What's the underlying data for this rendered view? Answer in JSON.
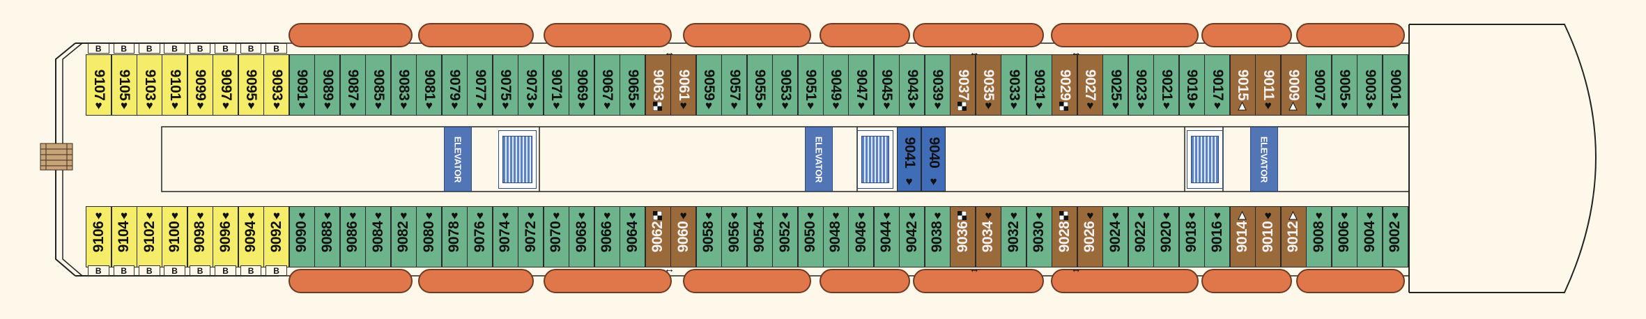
{
  "elevator_label": "ELEVATOR",
  "side_badge": "B",
  "heart_glyph": "♥",
  "upper_cabins": [
    {
      "n": "9107",
      "c": "yellow",
      "sym": "heart"
    },
    {
      "n": "9105",
      "c": "yellow",
      "sym": "heart"
    },
    {
      "n": "9103",
      "c": "yellow",
      "sym": "heart"
    },
    {
      "n": "9101",
      "c": "yellow",
      "sym": "heart"
    },
    {
      "n": "9099",
      "c": "yellow",
      "sym": "heart"
    },
    {
      "n": "9097",
      "c": "yellow",
      "sym": "heart"
    },
    {
      "n": "9095",
      "c": "yellow",
      "sym": "heart"
    },
    {
      "n": "9093",
      "c": "yellow",
      "sym": "heart"
    },
    {
      "n": "9091",
      "c": "green",
      "sym": "heart"
    },
    {
      "n": "9089",
      "c": "green",
      "sym": "heart"
    },
    {
      "n": "9087",
      "c": "green",
      "sym": "heart"
    },
    {
      "n": "9085",
      "c": "green",
      "sym": "heart"
    },
    {
      "n": "9083",
      "c": "green",
      "sym": "heart"
    },
    {
      "n": "9081",
      "c": "green",
      "sym": "heart"
    },
    {
      "n": "9079",
      "c": "green",
      "sym": "heart"
    },
    {
      "n": "9077",
      "c": "green",
      "sym": "heart"
    },
    {
      "n": "9075",
      "c": "green",
      "sym": "heart"
    },
    {
      "n": "9073",
      "c": "green",
      "sym": "heart"
    },
    {
      "n": "9071",
      "c": "green",
      "sym": "heart"
    },
    {
      "n": "9069",
      "c": "green",
      "sym": "heart"
    },
    {
      "n": "9067",
      "c": "green",
      "sym": "heart"
    },
    {
      "n": "9065",
      "c": "green",
      "sym": "heart"
    },
    {
      "n": "9063",
      "c": "brown",
      "sym": "check"
    },
    {
      "n": "9061",
      "c": "brown",
      "sym": "heart"
    },
    {
      "n": "9059",
      "c": "green",
      "sym": "heart"
    },
    {
      "n": "9057",
      "c": "green",
      "sym": "heart"
    },
    {
      "n": "9055",
      "c": "green",
      "sym": "heart"
    },
    {
      "n": "9053",
      "c": "green",
      "sym": "heart"
    },
    {
      "n": "9051",
      "c": "green",
      "sym": "heart"
    },
    {
      "n": "9049",
      "c": "green",
      "sym": "heart"
    },
    {
      "n": "9047",
      "c": "green",
      "sym": "heart"
    },
    {
      "n": "9045",
      "c": "green",
      "sym": "heart"
    },
    {
      "n": "9043",
      "c": "green",
      "sym": "heart"
    },
    {
      "n": "9039",
      "c": "green",
      "sym": "heart"
    },
    {
      "n": "9037",
      "c": "brown",
      "sym": "check"
    },
    {
      "n": "9035",
      "c": "brown",
      "sym": "heart"
    },
    {
      "n": "9033",
      "c": "green",
      "sym": "heart"
    },
    {
      "n": "9031",
      "c": "green",
      "sym": "heart"
    },
    {
      "n": "9029",
      "c": "brown",
      "sym": "check"
    },
    {
      "n": "9027",
      "c": "brown",
      "sym": "heart"
    },
    {
      "n": "9025",
      "c": "green",
      "sym": "heart"
    },
    {
      "n": "9023",
      "c": "green",
      "sym": "heart"
    },
    {
      "n": "9021",
      "c": "green",
      "sym": "heart"
    },
    {
      "n": "9019",
      "c": "green",
      "sym": "heart"
    },
    {
      "n": "9017",
      "c": "green",
      "sym": "heart"
    },
    {
      "n": "9015",
      "c": "brown",
      "sym": "tri"
    },
    {
      "n": "9011",
      "c": "brown",
      "sym": "heart"
    },
    {
      "n": "9009",
      "c": "brown",
      "sym": "tri"
    },
    {
      "n": "9007",
      "c": "green",
      "sym": "heart"
    },
    {
      "n": "9005",
      "c": "green",
      "sym": "heart"
    },
    {
      "n": "9003",
      "c": "green",
      "sym": "heart"
    },
    {
      "n": "9001",
      "c": "green",
      "sym": "heart"
    }
  ],
  "lower_cabins": [
    {
      "n": "9106",
      "c": "yellow",
      "sym": "heart"
    },
    {
      "n": "9104",
      "c": "yellow",
      "sym": "heart"
    },
    {
      "n": "9102",
      "c": "yellow",
      "sym": "heart"
    },
    {
      "n": "9100",
      "c": "yellow",
      "sym": "heart"
    },
    {
      "n": "9098",
      "c": "yellow",
      "sym": "heart"
    },
    {
      "n": "9096",
      "c": "yellow",
      "sym": "heart"
    },
    {
      "n": "9094",
      "c": "yellow",
      "sym": "heart"
    },
    {
      "n": "9092",
      "c": "yellow",
      "sym": "heart"
    },
    {
      "n": "9090",
      "c": "green",
      "sym": "heart"
    },
    {
      "n": "9088",
      "c": "green",
      "sym": "heart"
    },
    {
      "n": "9086",
      "c": "green",
      "sym": "heart"
    },
    {
      "n": "9084",
      "c": "green",
      "sym": "heart"
    },
    {
      "n": "9082",
      "c": "green",
      "sym": "heart"
    },
    {
      "n": "9080",
      "c": "green",
      "sym": "heart"
    },
    {
      "n": "9078",
      "c": "green",
      "sym": "heart"
    },
    {
      "n": "9076",
      "c": "green",
      "sym": "heart"
    },
    {
      "n": "9074",
      "c": "green",
      "sym": "heart"
    },
    {
      "n": "9072",
      "c": "green",
      "sym": "heart"
    },
    {
      "n": "9070",
      "c": "green",
      "sym": "heart"
    },
    {
      "n": "9068",
      "c": "green",
      "sym": "heart"
    },
    {
      "n": "9066",
      "c": "green",
      "sym": "heart"
    },
    {
      "n": "9064",
      "c": "green",
      "sym": "heart"
    },
    {
      "n": "9062",
      "c": "brown",
      "sym": "check"
    },
    {
      "n": "9060",
      "c": "brown",
      "sym": "heart"
    },
    {
      "n": "9058",
      "c": "green",
      "sym": "heart"
    },
    {
      "n": "9056",
      "c": "green",
      "sym": "heart"
    },
    {
      "n": "9054",
      "c": "green",
      "sym": "heart"
    },
    {
      "n": "9052",
      "c": "green",
      "sym": "heart"
    },
    {
      "n": "9050",
      "c": "green",
      "sym": "heart"
    },
    {
      "n": "9048",
      "c": "green",
      "sym": "heart"
    },
    {
      "n": "9046",
      "c": "green",
      "sym": "heart"
    },
    {
      "n": "9044",
      "c": "green",
      "sym": "heart"
    },
    {
      "n": "9042",
      "c": "green",
      "sym": "heart"
    },
    {
      "n": "9038",
      "c": "green",
      "sym": "heart"
    },
    {
      "n": "9036",
      "c": "brown",
      "sym": "check"
    },
    {
      "n": "9034",
      "c": "brown",
      "sym": "heart"
    },
    {
      "n": "9032",
      "c": "green",
      "sym": "heart"
    },
    {
      "n": "9030",
      "c": "green",
      "sym": "heart"
    },
    {
      "n": "9028",
      "c": "brown",
      "sym": "check"
    },
    {
      "n": "9026",
      "c": "brown",
      "sym": "heart"
    },
    {
      "n": "9024",
      "c": "green",
      "sym": "heart"
    },
    {
      "n": "9022",
      "c": "green",
      "sym": "heart"
    },
    {
      "n": "9020",
      "c": "green",
      "sym": "heart"
    },
    {
      "n": "9018",
      "c": "green",
      "sym": "heart"
    },
    {
      "n": "9016",
      "c": "green",
      "sym": "heart"
    },
    {
      "n": "9014",
      "c": "brown",
      "sym": "tri"
    },
    {
      "n": "9010",
      "c": "brown",
      "sym": "heart"
    },
    {
      "n": "9012",
      "c": "brown",
      "sym": "tri"
    },
    {
      "n": "9008",
      "c": "green",
      "sym": "heart"
    },
    {
      "n": "9006",
      "c": "green",
      "sym": "heart"
    },
    {
      "n": "9004",
      "c": "green",
      "sym": "heart"
    },
    {
      "n": "9002",
      "c": "green",
      "sym": "heart"
    }
  ],
  "center_cabins": [
    {
      "n": "9041",
      "c": "blue",
      "sym": "heart"
    },
    {
      "n": "9040",
      "c": "blue",
      "sym": "heart"
    }
  ],
  "colors": {
    "green": "#6db38c",
    "yellow": "#f5ec6a",
    "brown": "#9b6a3b",
    "blue": "#3f6db8",
    "lifeboat": "#e0774a",
    "background": "#fdf8ea",
    "elevator": "#5275b5"
  },
  "icons": {
    "cabin_default": "heart-icon",
    "connecting": "checkered-icon",
    "accessible": "triangle-icon",
    "connecting_arrow": "double-arrow-icon"
  }
}
